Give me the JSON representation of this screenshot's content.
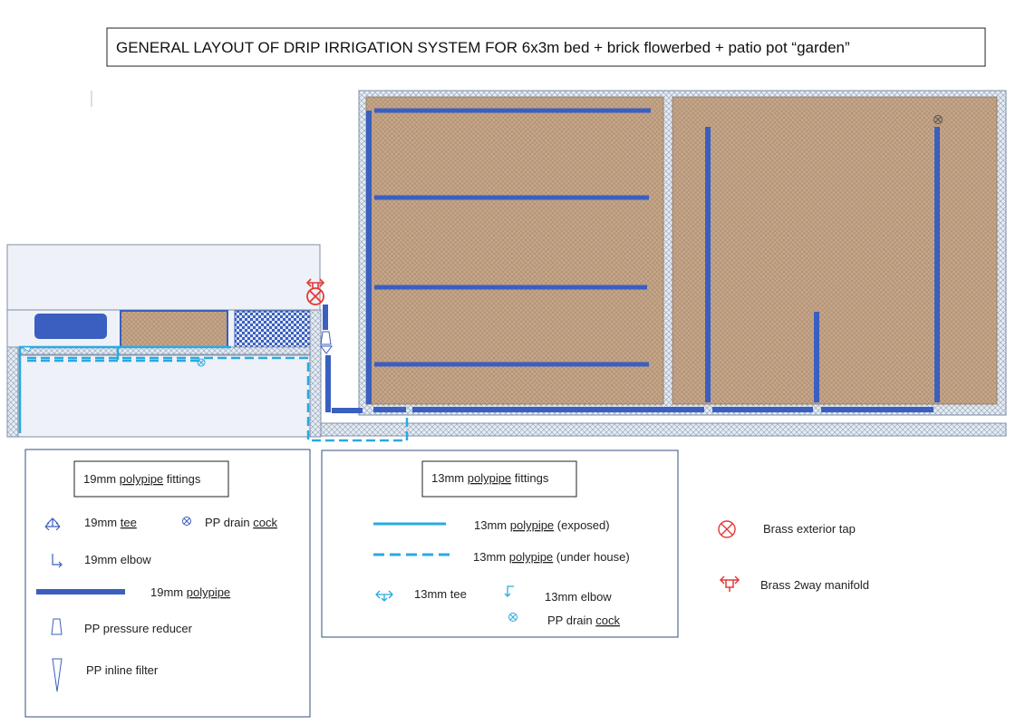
{
  "title": "GENERAL LAYOUT OF DRIP IRRIGATION SYSTEM FOR 6x3m bed + brick flowerbed + patio pot “garden”",
  "colors": {
    "pipe19": "#3a5fc0",
    "pipe13": "#29aae1",
    "tap": "#e53935",
    "drain": "#3a5fc0",
    "soil": "#c9a98a",
    "brick": "#dfe6ef",
    "house": "#eef1f7"
  },
  "legend19": {
    "heading_pre": "19mm ",
    "heading_sq": "polypipe",
    "heading_post": " fittings",
    "tee_pre": "19mm ",
    "tee_ul": " tee",
    "drain_pre": "PP drain ",
    "drain_ul": "cock",
    "elbow": "19mm elbow",
    "pipe_pre": "19mm ",
    "pipe_sq": "polypipe",
    "reducer": "PP pressure reducer",
    "filter": "PP inline filter"
  },
  "legend13": {
    "heading_pre": "13mm ",
    "heading_sq": "polypipe",
    "heading_post": " fittings",
    "exposed_pre": "13mm ",
    "exposed_sq": "polypipe",
    "exposed_post": " (exposed)",
    "under_pre": "13mm ",
    "under_sq": "polypipe",
    "under_post": " (under house)",
    "tee": "13mm tee",
    "elbow": "13mm elbow",
    "drain_pre": "PP drain ",
    "drain_ul": "cock"
  },
  "legend_misc": {
    "tap": "Brass exterior tap",
    "manifold": "Brass 2way manifold"
  },
  "icons": [
    "tee-icon",
    "elbow-icon",
    "drain-cock-icon",
    "pressure-reducer-icon",
    "inline-filter-icon",
    "exterior-tap-icon",
    "manifold-icon"
  ]
}
